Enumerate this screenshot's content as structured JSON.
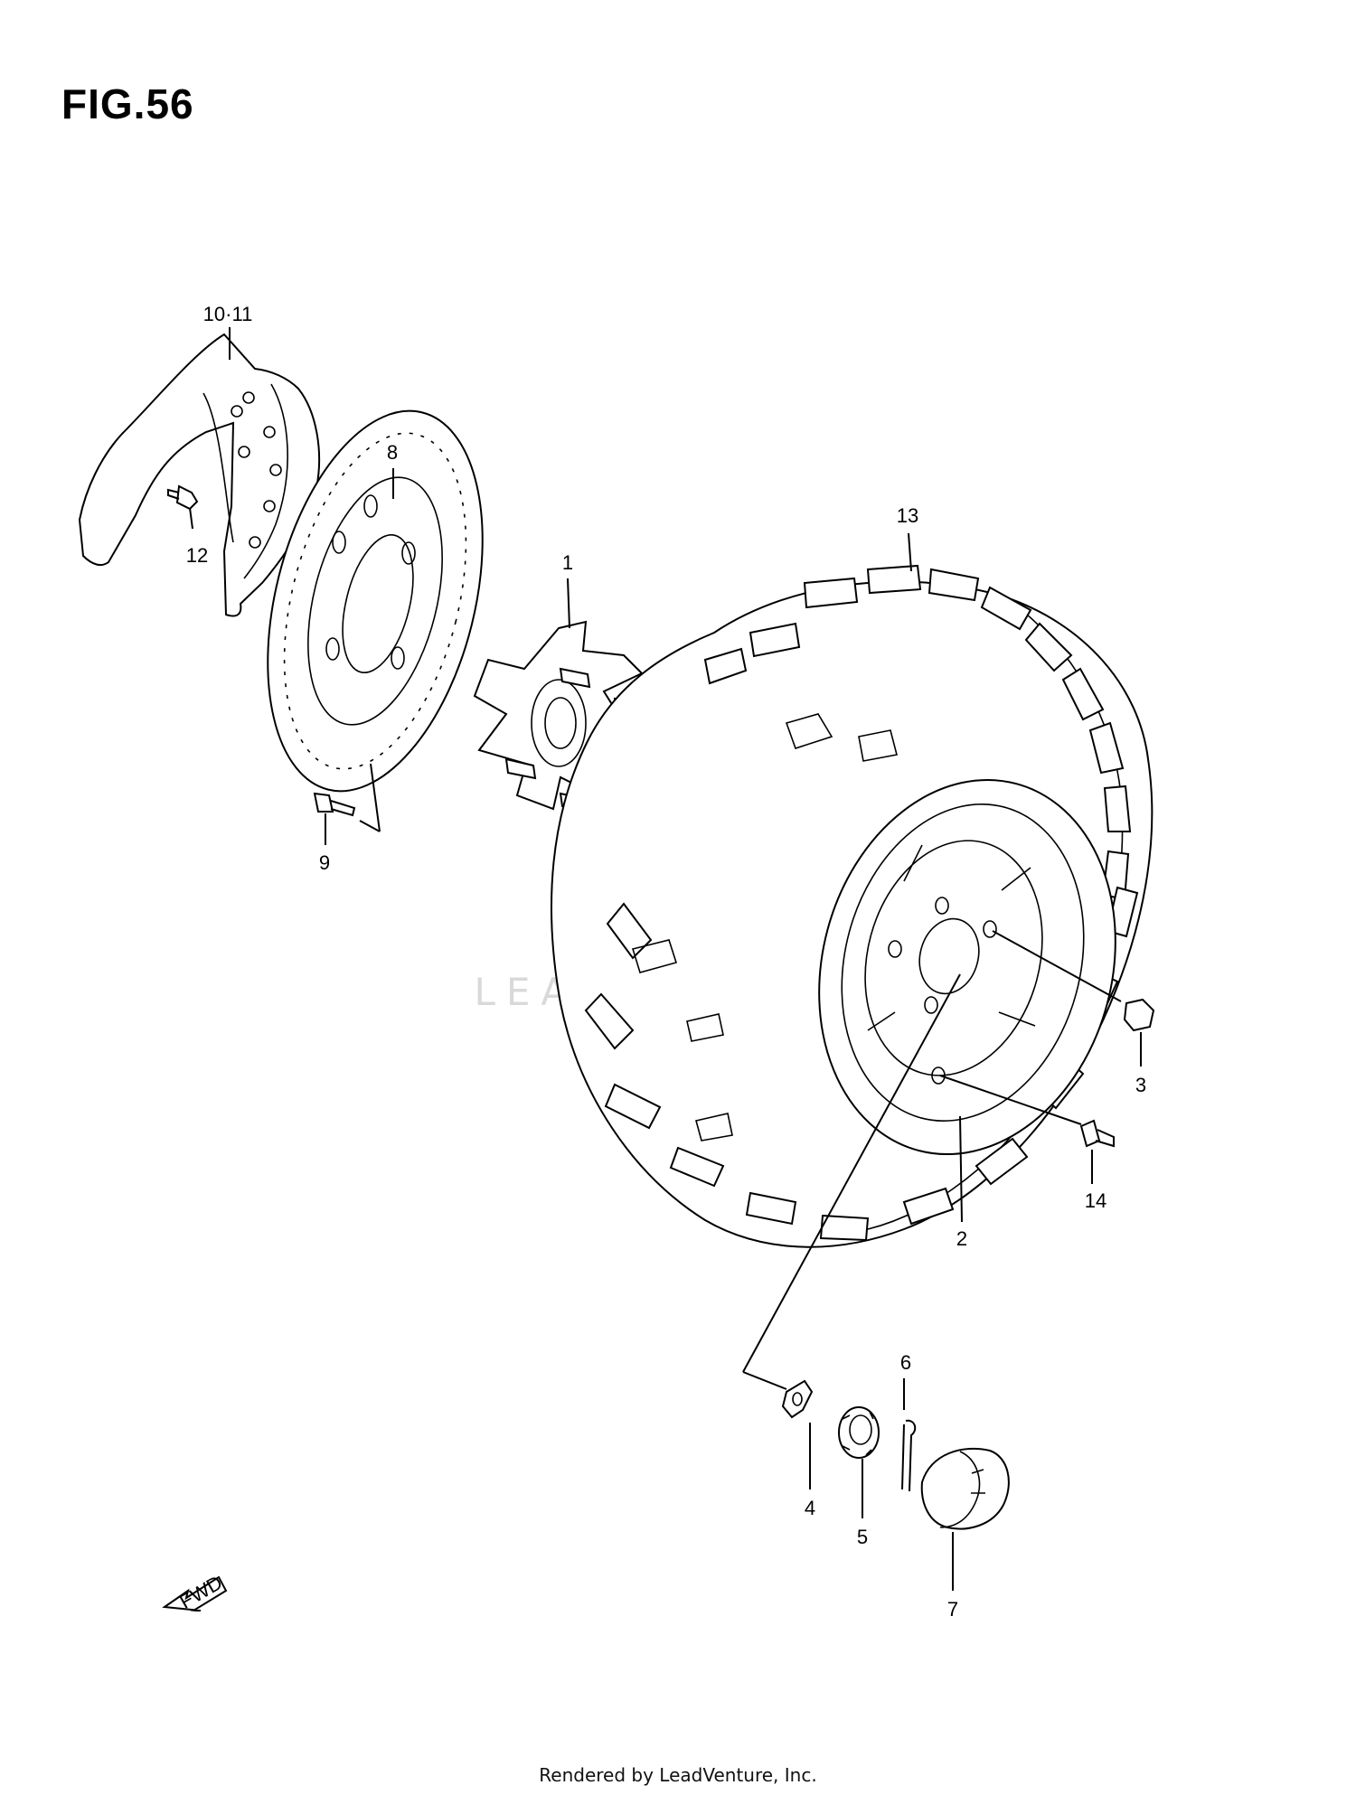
{
  "figure": {
    "title": "FIG.56"
  },
  "callouts": [
    {
      "id": "10-11",
      "label": "10·11"
    },
    {
      "id": "8",
      "label": "8"
    },
    {
      "id": "12",
      "label": "12"
    },
    {
      "id": "1",
      "label": "1"
    },
    {
      "id": "13",
      "label": "13"
    },
    {
      "id": "9",
      "label": "9"
    },
    {
      "id": "3",
      "label": "3"
    },
    {
      "id": "14",
      "label": "14"
    },
    {
      "id": "2",
      "label": "2"
    },
    {
      "id": "6",
      "label": "6"
    },
    {
      "id": "4",
      "label": "4"
    },
    {
      "id": "5",
      "label": "5"
    },
    {
      "id": "7",
      "label": "7"
    }
  ],
  "fwd_arrow": {
    "label": "FWD"
  },
  "watermark": {
    "text": "LEADVENTURE"
  },
  "footer": {
    "text": "Rendered by LeadVenture, Inc."
  }
}
